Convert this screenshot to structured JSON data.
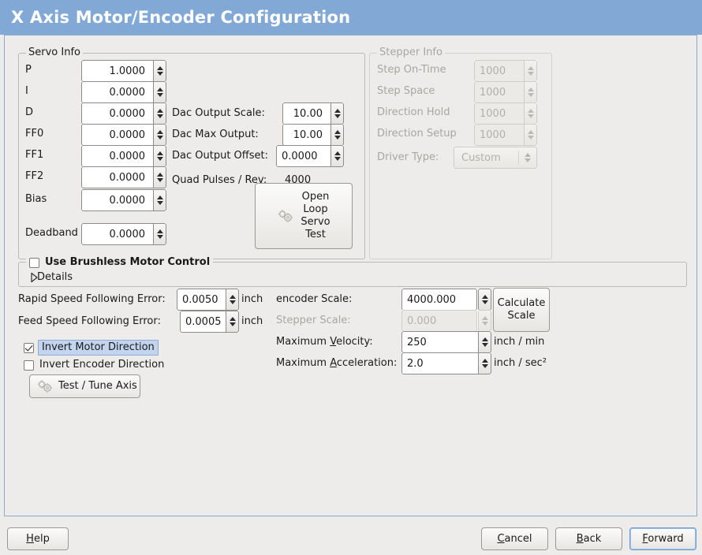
{
  "window": {
    "title": "X Axis Motor/Encoder Configuration",
    "title_bg": "#82a9d6",
    "title_fg": "#ffffff",
    "body_bg": "#edecea",
    "focus_border": "#88a9d0"
  },
  "servo_info": {
    "legend": "Servo Info",
    "fields": [
      {
        "label": "P",
        "value": "1.0000"
      },
      {
        "label": "I",
        "value": "0.0000"
      },
      {
        "label": "D",
        "value": "0.0000"
      },
      {
        "label": "FF0",
        "value": "0.0000"
      },
      {
        "label": "FF1",
        "value": "0.0000"
      },
      {
        "label": "FF2",
        "value": "0.0000"
      },
      {
        "label": "Bias",
        "value": "0.0000"
      },
      {
        "label": "Deadband",
        "value": "0.0000"
      }
    ],
    "dac": [
      {
        "label": "Dac Output Scale:",
        "value": "10.00"
      },
      {
        "label": "Dac Max Output:",
        "value": "10.00"
      },
      {
        "label": "Dac Output Offset:",
        "value": "0.0000"
      }
    ],
    "quad_pulses_label": "Quad Pulses / Rev:",
    "quad_pulses_value": "4000",
    "open_loop_button": "Open\nLoop\nServo\nTest",
    "open_loop_lines": [
      "Open",
      "Loop",
      "Servo",
      "Test"
    ],
    "open_loop_icon": "gears-icon"
  },
  "stepper_info": {
    "legend": "Stepper Info",
    "disabled": true,
    "fields": [
      {
        "label": "Step On-Time",
        "value": "1000"
      },
      {
        "label": "Step Space",
        "value": "1000"
      },
      {
        "label": "Direction Hold",
        "value": "1000"
      },
      {
        "label": "Direction Setup",
        "value": "1000"
      }
    ],
    "driver_type_label": "Driver Type:",
    "driver_type_value": "Custom"
  },
  "brushless": {
    "legend": "Use Brushless Motor Control",
    "checked": false,
    "details_label": "Details",
    "details_expanded": false,
    "details_icon": "triangle-right-icon"
  },
  "left_settings": {
    "rapid_label": "Rapid Speed Following Error:",
    "rapid_value": "0.0050",
    "rapid_unit": "inch",
    "feed_label": "Feed Speed Following Error:",
    "feed_value": "0.0005",
    "feed_unit": "inch",
    "invert_motor_label": "Invert Motor Direction",
    "invert_motor_checked": true,
    "invert_motor_focused": true,
    "invert_encoder_label": "Invert Encoder Direction",
    "invert_encoder_checked": false,
    "test_tune_label": "Test / Tune Axis",
    "test_tune_icon": "gears-icon"
  },
  "right_settings": {
    "encoder_scale_label": "encoder Scale:",
    "encoder_scale_value": "4000.000",
    "stepper_scale_label": "Stepper Scale:",
    "stepper_scale_value": "0.000",
    "stepper_scale_disabled": true,
    "max_velocity_label_pre": "Maximum ",
    "max_velocity_label_mn": "V",
    "max_velocity_label_post": "elocity:",
    "max_velocity_value": "250",
    "max_velocity_unit": "inch / min",
    "max_accel_label_pre": "Maximum ",
    "max_accel_label_mn": "A",
    "max_accel_label_post": "cceleration:",
    "max_accel_value": "2.0",
    "max_accel_unit": "inch / sec²",
    "calculate_scale_lines": [
      "Calculate",
      "Scale"
    ]
  },
  "actions": {
    "help": {
      "pre": "",
      "mn": "H",
      "post": "elp",
      "focused": false
    },
    "cancel": {
      "pre": "",
      "mn": "C",
      "post": "ancel",
      "focused": false
    },
    "back": {
      "pre": "",
      "mn": "B",
      "post": "ack",
      "focused": false
    },
    "forward": {
      "pre": "",
      "mn": "F",
      "post": "orward",
      "focused": true
    }
  }
}
